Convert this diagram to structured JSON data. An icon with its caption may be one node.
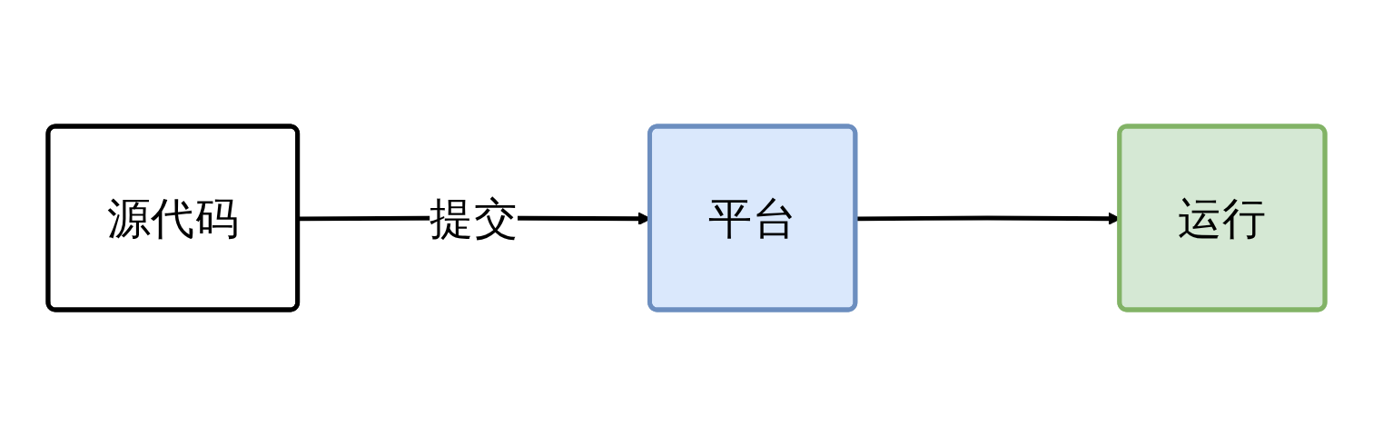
{
  "diagram": {
    "nodes": [
      {
        "text": [
          "源代码"
        ]
      },
      {
        "text": [
          "平台"
        ]
      },
      {
        "text": [
          "运行"
        ]
      }
    ],
    "edges": [
      {
        "from": 0,
        "to": 1,
        "arrow": "to",
        "label": "提交"
      },
      {
        "from": 1,
        "to": 2,
        "arrow": "to"
      }
    ]
  }
}
